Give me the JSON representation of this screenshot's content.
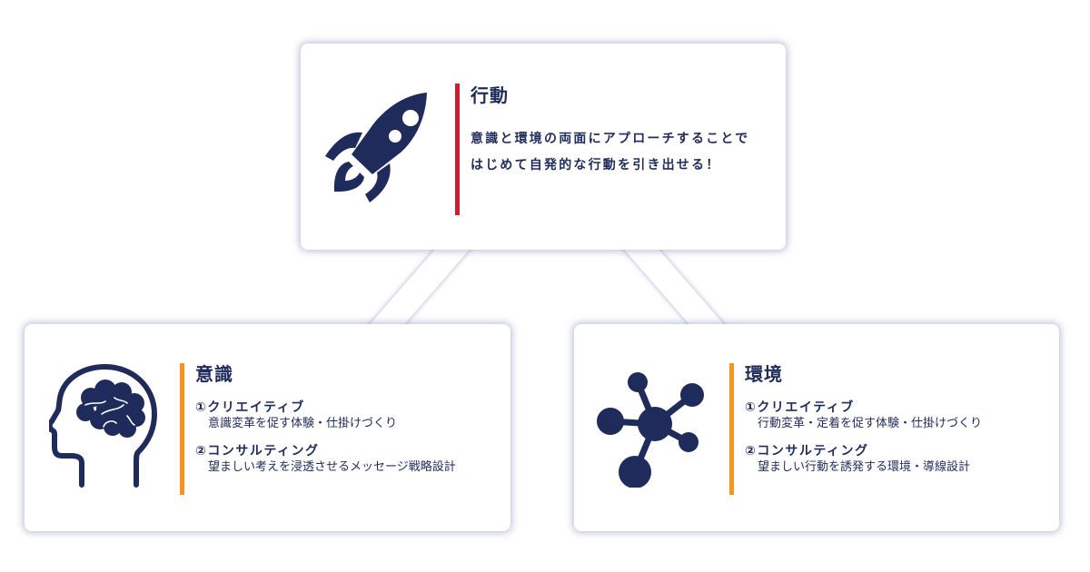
{
  "colors": {
    "navy": "#1f2b5b",
    "accent_top": "#c8202e",
    "accent_bottom": "#f7931e",
    "card_shadow": "#8c91b9"
  },
  "top_card": {
    "icon": "rocket-icon",
    "title": "行動",
    "lead_line_1": "意識と環境の両面にアプローチすることで",
    "lead_line_2": "はじめて自発的な行動を引き出せる！"
  },
  "left_card": {
    "icon": "brain-head-icon",
    "title": "意識",
    "items": [
      {
        "title": "①クリエイティブ",
        "description": "意識変革を促す体験・仕掛けづくり"
      },
      {
        "title": "②コンサルティング",
        "description": "望ましい考えを浸透させるメッセージ戦略設計"
      }
    ]
  },
  "right_card": {
    "icon": "network-nodes-icon",
    "title": "環境",
    "items": [
      {
        "title": "①クリエイティブ",
        "description": "行動変革・定着を促す体験・仕掛けづくり"
      },
      {
        "title": "②コンサルティング",
        "description": "望ましい行動を誘発する環境・導線設計"
      }
    ]
  }
}
